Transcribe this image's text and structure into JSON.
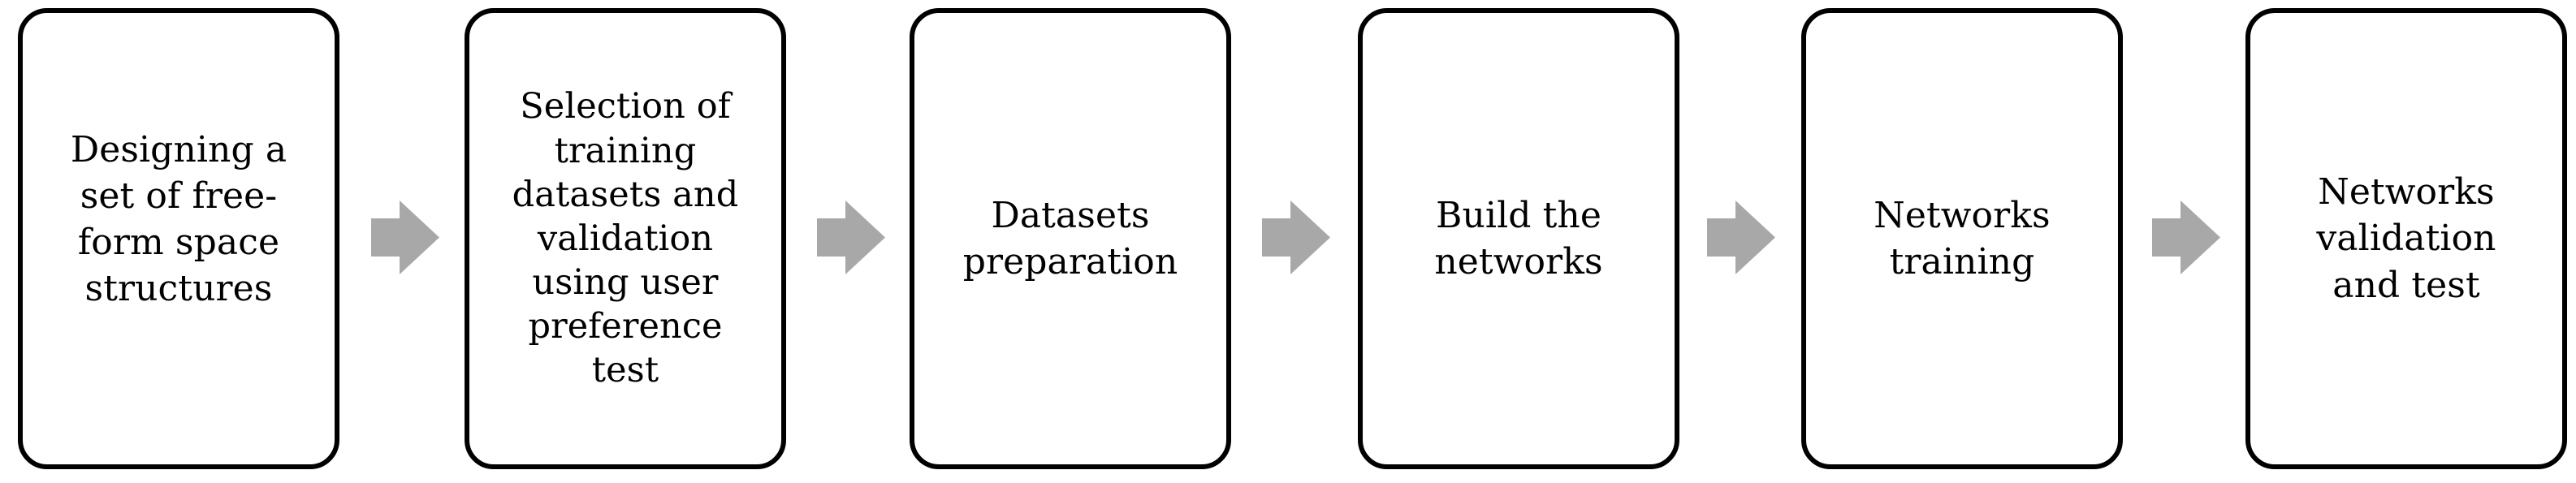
{
  "diagram": {
    "type": "process-flow",
    "orientation": "left-to-right",
    "background_color": "#FFFFFF",
    "box_border_color": "#000000",
    "box_fill_color": "#FFFFFF",
    "arrow_color": "#A8A8A8",
    "text_color": "#000000",
    "steps": [
      {
        "id": "step-1",
        "label": "Designing a\nset of free-\nform space\nstructures"
      },
      {
        "id": "step-2",
        "label": "Selection of\ntraining\ndatasets and\nvalidation\nusing user\npreference\ntest"
      },
      {
        "id": "step-3",
        "label": "Datasets\npreparation"
      },
      {
        "id": "step-4",
        "label": "Build the\nnetworks"
      },
      {
        "id": "step-5",
        "label": "Networks\ntraining"
      },
      {
        "id": "step-6",
        "label": "Networks\nvalidation\nand test"
      }
    ],
    "arrows": [
      {
        "id": "arrow-1",
        "direction": "right"
      },
      {
        "id": "arrow-2",
        "direction": "right"
      },
      {
        "id": "arrow-3",
        "direction": "right"
      },
      {
        "id": "arrow-4",
        "direction": "right"
      },
      {
        "id": "arrow-5",
        "direction": "right"
      }
    ]
  }
}
